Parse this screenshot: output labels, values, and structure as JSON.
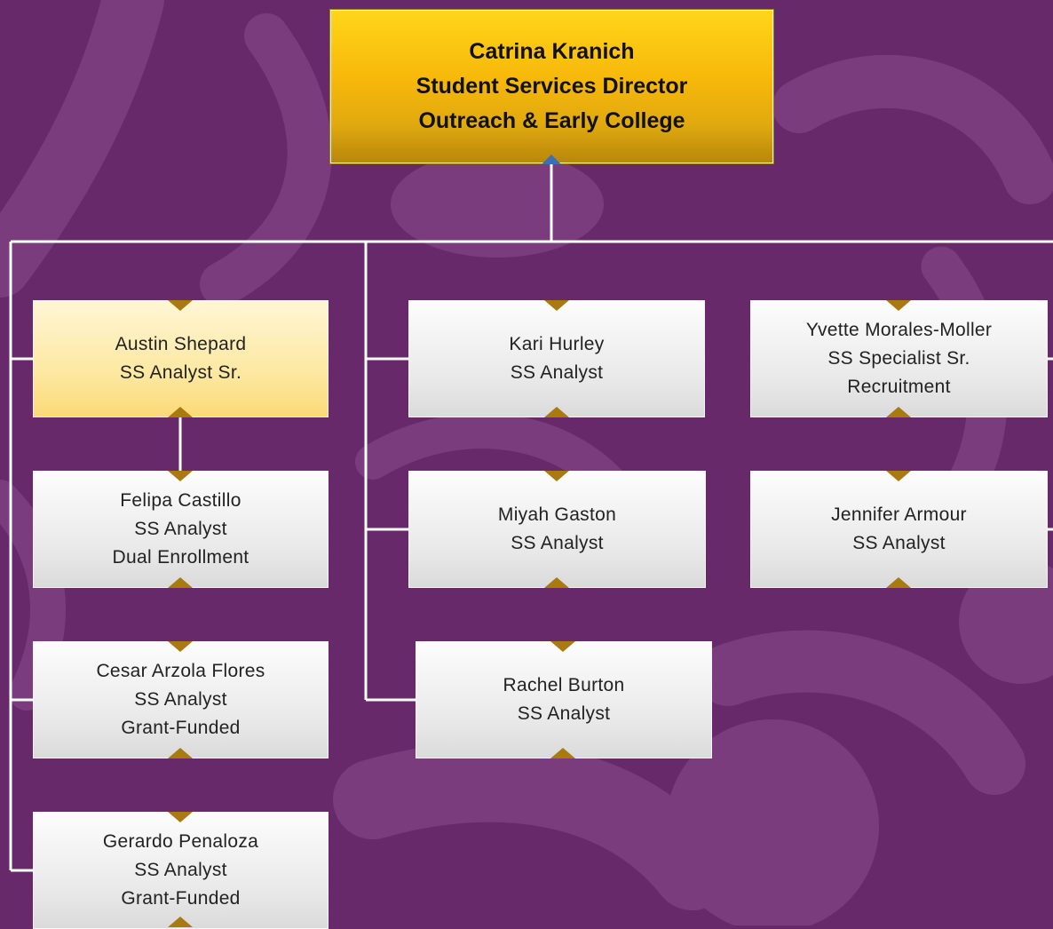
{
  "colors": {
    "background": "#68296a",
    "background_art": "#7a3c7c",
    "connector": "#ffffff",
    "top_box": "#f7b80a",
    "highlight_box": "#fde9a3",
    "staff_box": "#e8e8e8",
    "arrow": "#a87a10"
  },
  "director": {
    "name": "Catrina Kranich",
    "title": "Student Services Director",
    "unit": "Outreach & Early College"
  },
  "staff": {
    "austin": {
      "name": "Austin Shepard",
      "title": "SS Analyst Sr."
    },
    "felipa": {
      "name": "Felipa Castillo",
      "title": "SS Analyst",
      "note": "Dual Enrollment"
    },
    "cesar": {
      "name": "Cesar Arzola Flores",
      "title": "SS Analyst",
      "note": "Grant-Funded"
    },
    "gerardo": {
      "name": "Gerardo Penaloza",
      "title": "SS Analyst",
      "note": "Grant-Funded"
    },
    "kari": {
      "name": "Kari Hurley",
      "title": "SS Analyst"
    },
    "miyah": {
      "name": "Miyah Gaston",
      "title": "SS Analyst"
    },
    "rachel": {
      "name": "Rachel Burton",
      "title": "SS Analyst"
    },
    "yvette": {
      "name": "Yvette Morales-Moller",
      "title": "SS Specialist Sr.",
      "note": "Recruitment"
    },
    "jennifer": {
      "name": "Jennifer Armour",
      "title": "SS Analyst"
    }
  }
}
